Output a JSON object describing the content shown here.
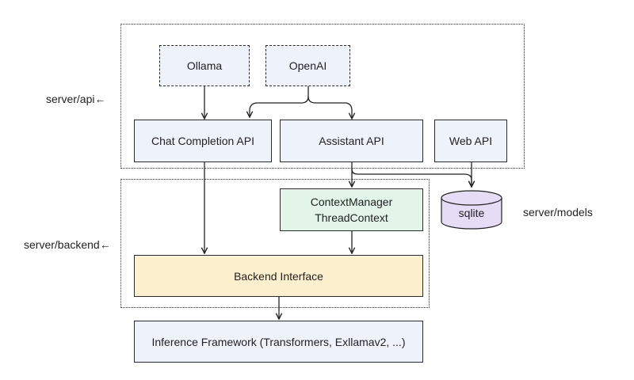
{
  "regions": {
    "api_label": "server/api←",
    "backend_label": "server/backend←",
    "models_label": "server/models"
  },
  "providers": {
    "ollama": "Ollama",
    "openai": "OpenAI"
  },
  "apis": {
    "chat_completion": "Chat Completion API",
    "assistant": "Assistant API",
    "web": "Web API"
  },
  "context": {
    "line1": "ContextManager",
    "line2": "ThreadContext"
  },
  "database": "sqlite",
  "backend_interface": "Backend Interface",
  "inference": "Inference Framework (Transformers, Exllamav2, ...)",
  "colors": {
    "api_box": "#eef2fa",
    "context_box": "#e3f5e8",
    "backend_box": "#fcf0cf",
    "database": "#e6dcf5"
  }
}
